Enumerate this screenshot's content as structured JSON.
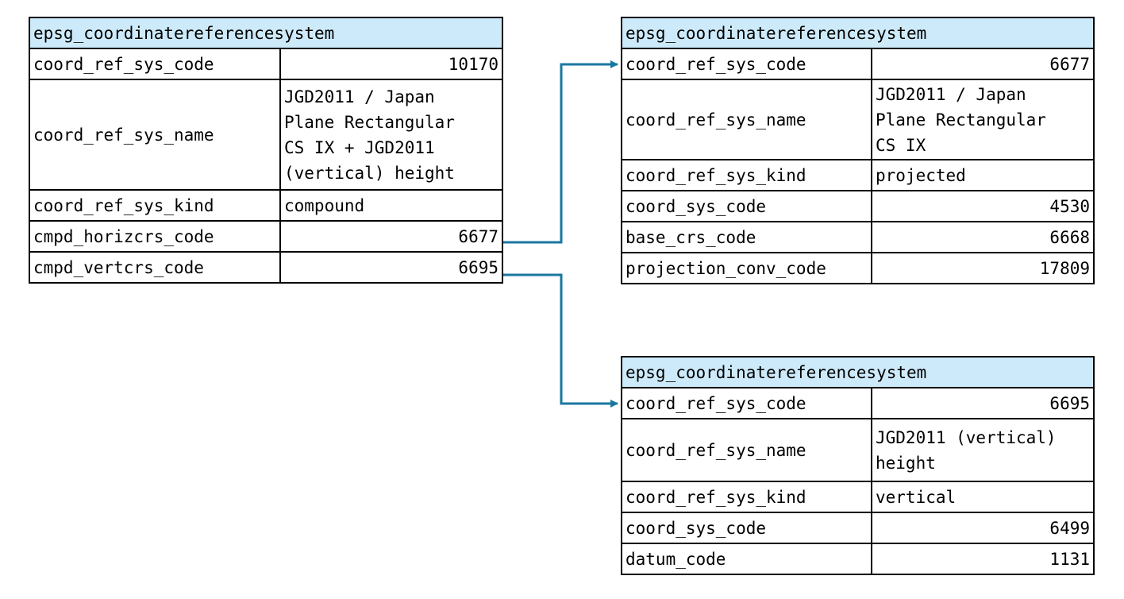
{
  "tables": {
    "main": {
      "title": "epsg_coordinatereferencesystem",
      "rows": [
        {
          "field": "coord_ref_sys_code",
          "value": "10170"
        },
        {
          "field": "coord_ref_sys_name",
          "value": "JGD2011 / Japan\nPlane Rectangular\nCS IX + JGD2011\n(vertical) height"
        },
        {
          "field": "coord_ref_sys_kind",
          "value": "compound"
        },
        {
          "field": "cmpd_horizcrs_code",
          "value": "6677"
        },
        {
          "field": "cmpd_vertcrs_code",
          "value": "6695"
        }
      ]
    },
    "horizontal": {
      "title": "epsg_coordinatereferencesystem",
      "rows": [
        {
          "field": "coord_ref_sys_code",
          "value": "6677"
        },
        {
          "field": "coord_ref_sys_name",
          "value": "JGD2011 / Japan\nPlane Rectangular\nCS IX"
        },
        {
          "field": "coord_ref_sys_kind",
          "value": "projected"
        },
        {
          "field": "coord_sys_code",
          "value": "4530"
        },
        {
          "field": "base_crs_code",
          "value": "6668"
        },
        {
          "field": "projection_conv_code",
          "value": "17809"
        }
      ]
    },
    "vertical": {
      "title": "epsg_coordinatereferencesystem",
      "rows": [
        {
          "field": "coord_ref_sys_code",
          "value": "6695"
        },
        {
          "field": "coord_ref_sys_name",
          "value": "JGD2011 (vertical)\nheight"
        },
        {
          "field": "coord_ref_sys_kind",
          "value": "vertical"
        },
        {
          "field": "coord_sys_code",
          "value": "6499"
        },
        {
          "field": "datum_code",
          "value": "1131"
        }
      ]
    }
  },
  "colors": {
    "header_background": "#cdeafa",
    "border": "#000000",
    "connector": "#1a77a0"
  }
}
